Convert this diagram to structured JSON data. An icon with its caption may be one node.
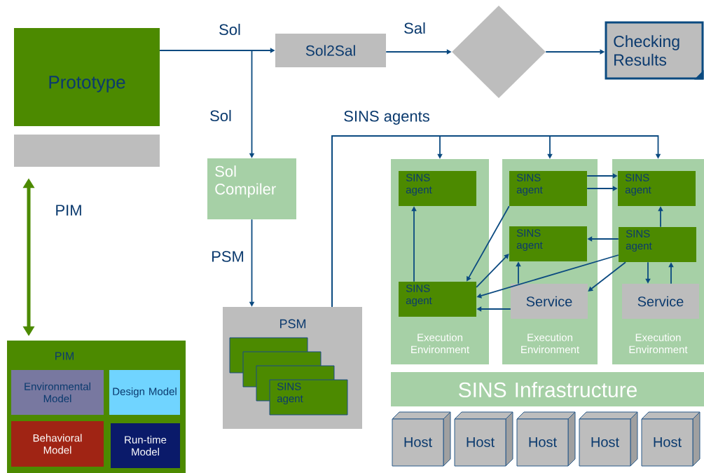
{
  "diagram": {
    "nodes": [
      {
        "text": [
          "Prototype"
        ]
      },
      {
        "text": [],
        "shape": "box"
      },
      {
        "text": [
          "Sol2Sal"
        ]
      },
      {
        "text": [],
        "shape": "diamond"
      },
      {
        "text": [
          "Checking Results"
        ]
      },
      {
        "text": [
          "Sol Compiler"
        ]
      },
      {
        "text": [
          "PSM"
        ]
      },
      {
        "text": [],
        "shape": "box",
        "in": 6
      },
      {
        "text": [],
        "shape": "box",
        "in": 6
      },
      {
        "text": [],
        "shape": "box",
        "in": 6
      },
      {
        "text": [
          "SINS agent"
        ],
        "in": 6
      },
      {
        "text": [
          "PIM"
        ]
      },
      {
        "text": [
          "Environmental Model"
        ],
        "in": 11
      },
      {
        "text": [
          "Design Model"
        ],
        "in": 11
      },
      {
        "text": [
          "Behavioral Model"
        ],
        "in": 11
      },
      {
        "text": [
          "Run-time Model"
        ],
        "in": 11
      },
      {
        "text": [
          "Execution Environment"
        ]
      },
      {
        "text": [
          "SINS agent"
        ],
        "in": 16
      },
      {
        "text": [
          "SINS agent"
        ],
        "in": 16
      },
      {
        "text": [
          "Execution Environment"
        ]
      },
      {
        "text": [
          "SINS agent"
        ],
        "in": 19
      },
      {
        "text": [
          "SINS agent"
        ],
        "in": 19
      },
      {
        "text": [
          "Service"
        ],
        "in": 19
      },
      {
        "text": [
          "Execution Environment"
        ]
      },
      {
        "text": [
          "SINS agent"
        ],
        "in": 23
      },
      {
        "text": [
          "SINS agent"
        ],
        "in": 23
      },
      {
        "text": [
          "Service"
        ],
        "in": 23
      },
      {
        "text": [
          "SINS Infrastructure"
        ]
      },
      {
        "text": [
          "Host"
        ]
      },
      {
        "text": [
          "Host"
        ]
      },
      {
        "text": [
          "Host"
        ]
      },
      {
        "text": [
          "Host"
        ]
      },
      {
        "text": [
          "Host"
        ]
      }
    ],
    "edges": [
      {
        "from": 0,
        "to": 2,
        "arrow": "to",
        "label": "Sol"
      },
      {
        "from": 0,
        "to": 5,
        "arrow": "to",
        "label": "Sol"
      },
      {
        "from": 2,
        "to": 3,
        "arrow": "to",
        "label": "Sal"
      },
      {
        "from": 3,
        "to": 4,
        "arrow": "to"
      },
      {
        "from": 5,
        "to": 6,
        "arrow": "to",
        "label": "PSM"
      },
      {
        "from": 6,
        "to": 16,
        "arrow": "to",
        "label": "SINS agents"
      },
      {
        "from": 6,
        "to": 19,
        "arrow": "to"
      },
      {
        "from": 6,
        "to": 23,
        "arrow": "to"
      },
      {
        "from": 1,
        "to": 11,
        "arrow": "both",
        "label": "PIM",
        "style": "thick",
        "color": "#4c8a00"
      },
      {
        "from": 18,
        "to": 17,
        "arrow": "to"
      },
      {
        "from": 20,
        "to": 18,
        "arrow": "to"
      },
      {
        "from": 18,
        "to": 21,
        "arrow": "to"
      },
      {
        "from": 22,
        "to": 21,
        "arrow": "to"
      },
      {
        "from": 25,
        "to": 18,
        "arrow": "to"
      },
      {
        "from": 22,
        "to": 18,
        "arrow": "to"
      },
      {
        "from": 20,
        "to": 24,
        "arrow": "to"
      },
      {
        "from": 20,
        "to": 24,
        "arrow": "to"
      },
      {
        "from": 25,
        "to": 21,
        "arrow": "to"
      },
      {
        "from": 25,
        "to": 24,
        "arrow": "to"
      },
      {
        "from": 25,
        "to": 22,
        "arrow": "to"
      },
      {
        "from": 25,
        "to": 26,
        "arrow": "to"
      },
      {
        "from": 26,
        "to": 25,
        "arrow": "to"
      }
    ]
  }
}
